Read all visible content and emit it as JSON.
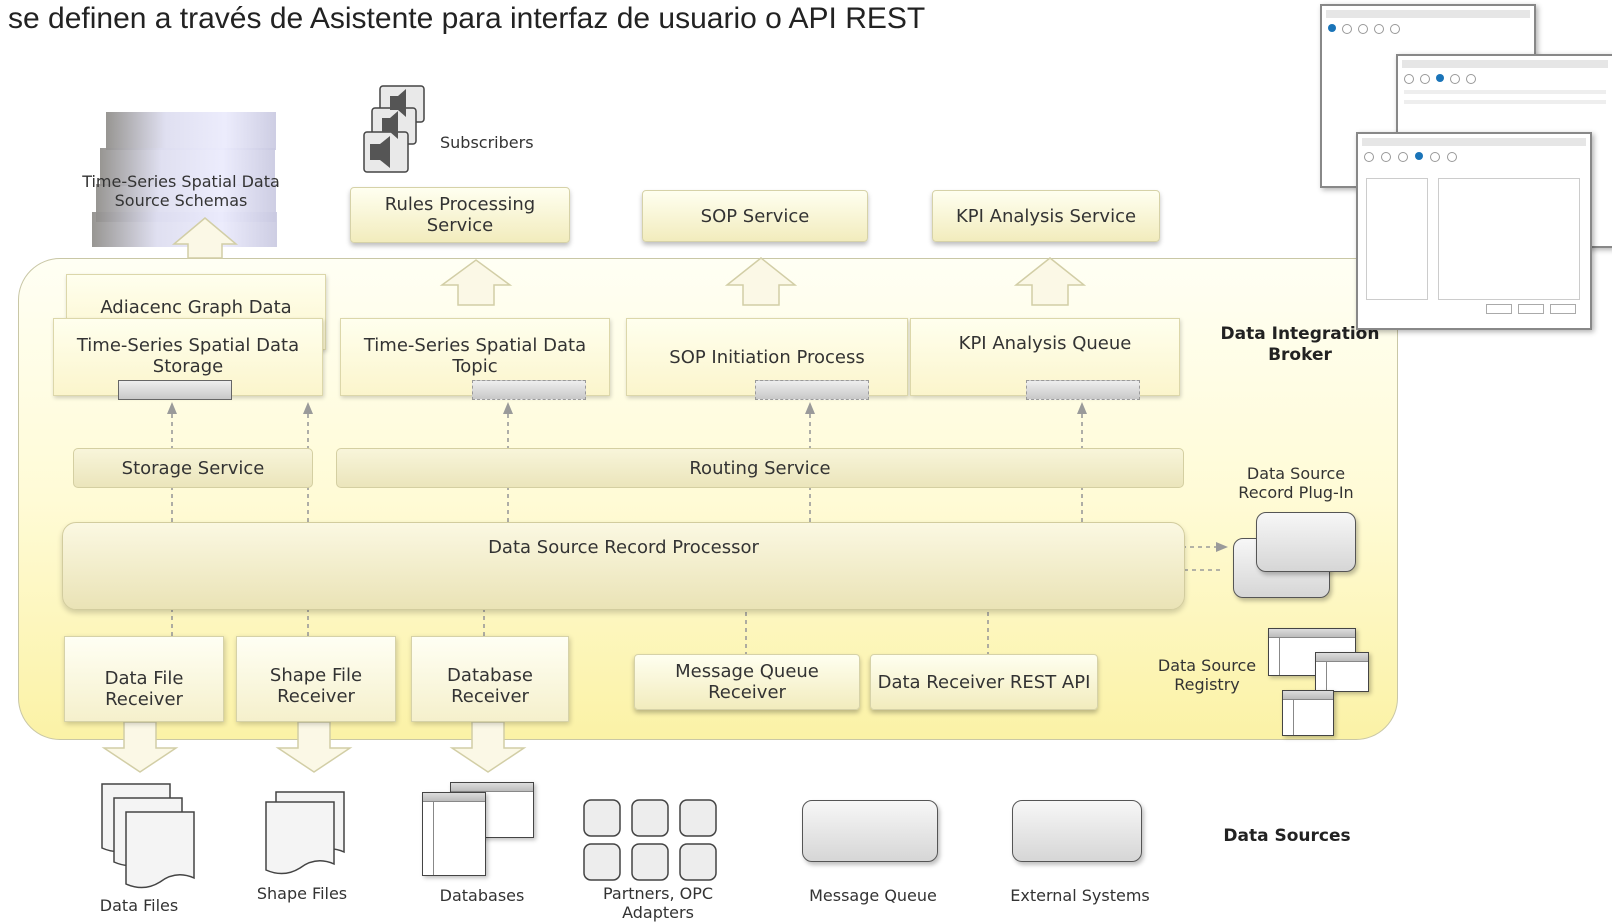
{
  "headline": "se definen a través de Asistente para interfaz de usuario o API REST",
  "top": {
    "schemas_label": "Time-Series Spatial Data Source Schemas",
    "subscribers_label": "Subscribers",
    "rules_service": "Rules Processing Service",
    "sop_service": "SOP Service",
    "kpi_service": "KPI Analysis Service"
  },
  "broker": {
    "label": "Data Integration Broker",
    "adjacency": "Adiacenc  Graph Data",
    "storage": "Time-Series Spatial Data Storage",
    "topic": "Time-Series Spatial Data Topic",
    "sop_process": "SOP Initiation Process",
    "kpi_queue": "KPI Analysis Queue",
    "storage_service": "Storage Service",
    "routing_service": "Routing Service",
    "processor": "Data Source Record Processor",
    "plugin_label": "Data Source Record Plug-In",
    "registry_label": "Data Source Registry",
    "receivers": {
      "data_file": "Data File Receiver",
      "shape_file": "Shape File Receiver",
      "database": "Database Receiver",
      "message_queue": "Message Queue Receiver",
      "rest_api": "Data Receiver REST API"
    }
  },
  "sources": {
    "label": "Data Sources",
    "data_files": "Data Files",
    "shape_files": "Shape Files",
    "databases": "Databases",
    "partners": "Partners, OPC Adapters",
    "message_queue": "Message Queue",
    "external": "External Systems"
  },
  "colors": {
    "broker_fill": "#fffbd6",
    "box_border": "#d6d2a8",
    "text": "#333333"
  }
}
